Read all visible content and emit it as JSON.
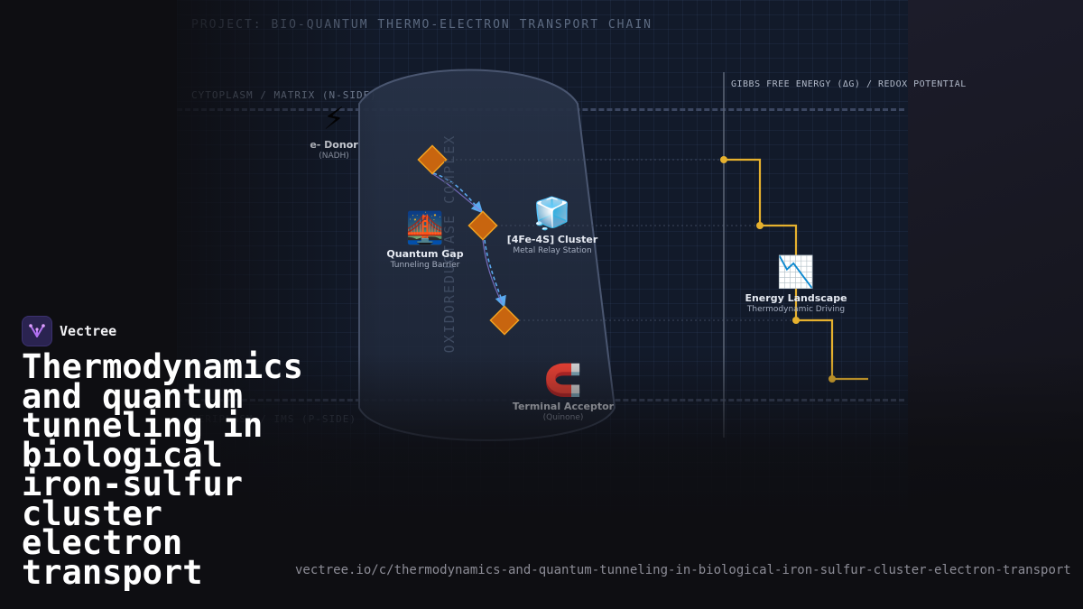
{
  "project_title": "PROJECT: BIO-QUANTUM THERMO-ELECTRON TRANSPORT CHAIN",
  "zones": {
    "top": "CYTOPLASM / MATRIX (N-SIDE)",
    "bottom": "PERIPLASM / IMS (P-SIDE)"
  },
  "complex_label": "OXIDOREDUCTASE COMPLEX",
  "energy_axis_label": "GIBBS FREE ENERGY (ΔG) / REDOX POTENTIAL",
  "nodes": {
    "donor": {
      "icon": "lightning-icon",
      "glyph": "⚡",
      "name": "e- Donor",
      "sub": "(NADH)"
    },
    "gap": {
      "icon": "bridge-icon",
      "glyph": "🌉",
      "name": "Quantum Gap",
      "sub": "Tunneling Barrier"
    },
    "cluster": {
      "icon": "ice-cube-icon",
      "glyph": "🧊",
      "name": "[4Fe-4S] Cluster",
      "sub": "Metal Relay Station"
    },
    "landscape": {
      "icon": "chart-decreasing-icon",
      "glyph": "📉",
      "name": "Energy Landscape",
      "sub": "Thermodynamic Driving"
    },
    "acceptor": {
      "icon": "magnet-icon",
      "glyph": "🧲",
      "name": "Terminal Acceptor",
      "sub": "(Quinone)"
    }
  },
  "colors": {
    "energy_line": "#e6b12e",
    "tunnel_arrow": "#5aa9ee",
    "cluster_fill": "#c8650f",
    "cluster_stroke": "#f0a020",
    "membrane": "#3b4660"
  },
  "brand": {
    "name": "Vectree",
    "logo_icon": "vectree-logo-icon"
  },
  "headline": "Thermodynamics and quantum tunneling in biological iron-sulfur cluster electron transport",
  "url": "vectree.io/c/thermodynamics-and-quantum-tunneling-in-biological-iron-sulfur-cluster-electron-transport"
}
